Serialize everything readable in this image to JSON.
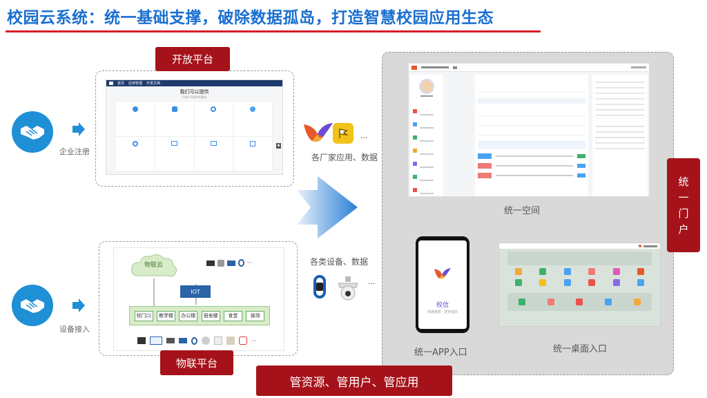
{
  "title": "校园云系统：统一基础支撑，破除数据孤岛，打造智慧校园应用生态",
  "open_platform": {
    "label": "开放平台",
    "side_label": "企业注册",
    "shot_heading": "我们可以提供",
    "shot_subheading": "开放平台提供的服务",
    "nav": [
      "首页",
      "应用管理",
      "开发文档"
    ]
  },
  "iot_platform": {
    "label": "物联平台",
    "side_label": "设备接入",
    "cloud_label": "物联云",
    "iot_label": "IOT",
    "nodes": [
      "校门口",
      "教学楼",
      "办公楼",
      "宿舍楼",
      "食堂",
      "操场"
    ]
  },
  "vendors_caption": "各厂家应用、数据",
  "devices_caption": "各类设备、数据",
  "ellipsis": "···",
  "unified_space_caption": "统一空间",
  "unified_app_caption": "统一APP入口",
  "unified_desktop_caption": "统一桌面入口",
  "unified_portal_label": "统一门户",
  "unified_portal_chars": [
    "统",
    "一",
    "门",
    "户"
  ],
  "app_name": "校信",
  "app_slogan": "沟通家校 · 爱伴成长",
  "bottom_banner": "管资源、管用户、管应用",
  "colors": {
    "title_blue": "#1a6fd0",
    "accent_red": "#a5121a",
    "underline_red": "#d81e2a",
    "icon_blue": "#1f8fd6"
  }
}
